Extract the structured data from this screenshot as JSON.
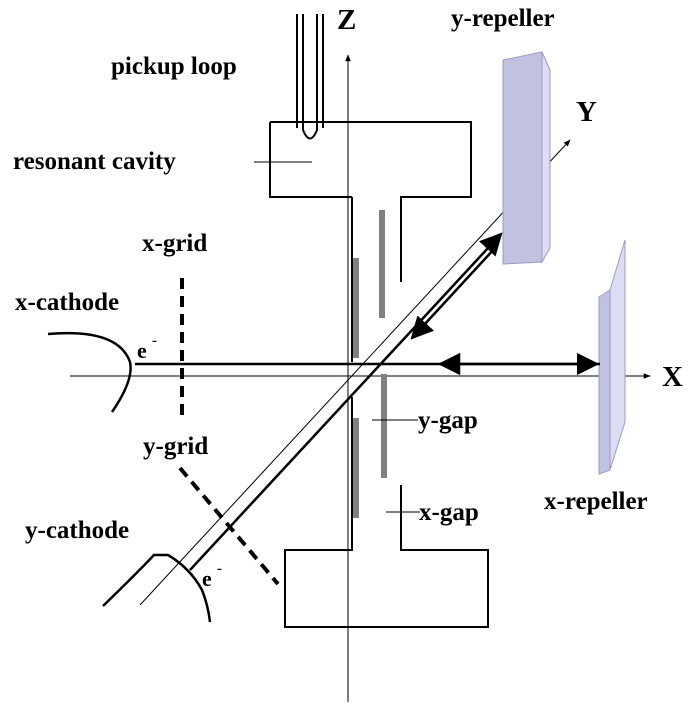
{
  "labels": {
    "axis_z": "Z",
    "axis_y": "Y",
    "axis_x": "X",
    "pickup_loop": "pickup loop",
    "resonant_cavity": "resonant cavity",
    "y_repeller": "y-repeller",
    "x_repeller": "x-repeller",
    "x_grid": "x-grid",
    "x_cathode": "x-cathode",
    "y_grid": "y-grid",
    "y_cathode": "y-cathode",
    "y_gap": "y-gap",
    "x_gap": "x-gap",
    "electron_x": "e",
    "electron_x_sup": "-",
    "electron_y": "e",
    "electron_y_sup": "-"
  },
  "colors": {
    "line": "#000000",
    "electrode": "#808080",
    "repeller_front": "#c2c2e0",
    "repeller_side": "#dcdcf2",
    "repeller_edge": "#9a9ac8"
  }
}
